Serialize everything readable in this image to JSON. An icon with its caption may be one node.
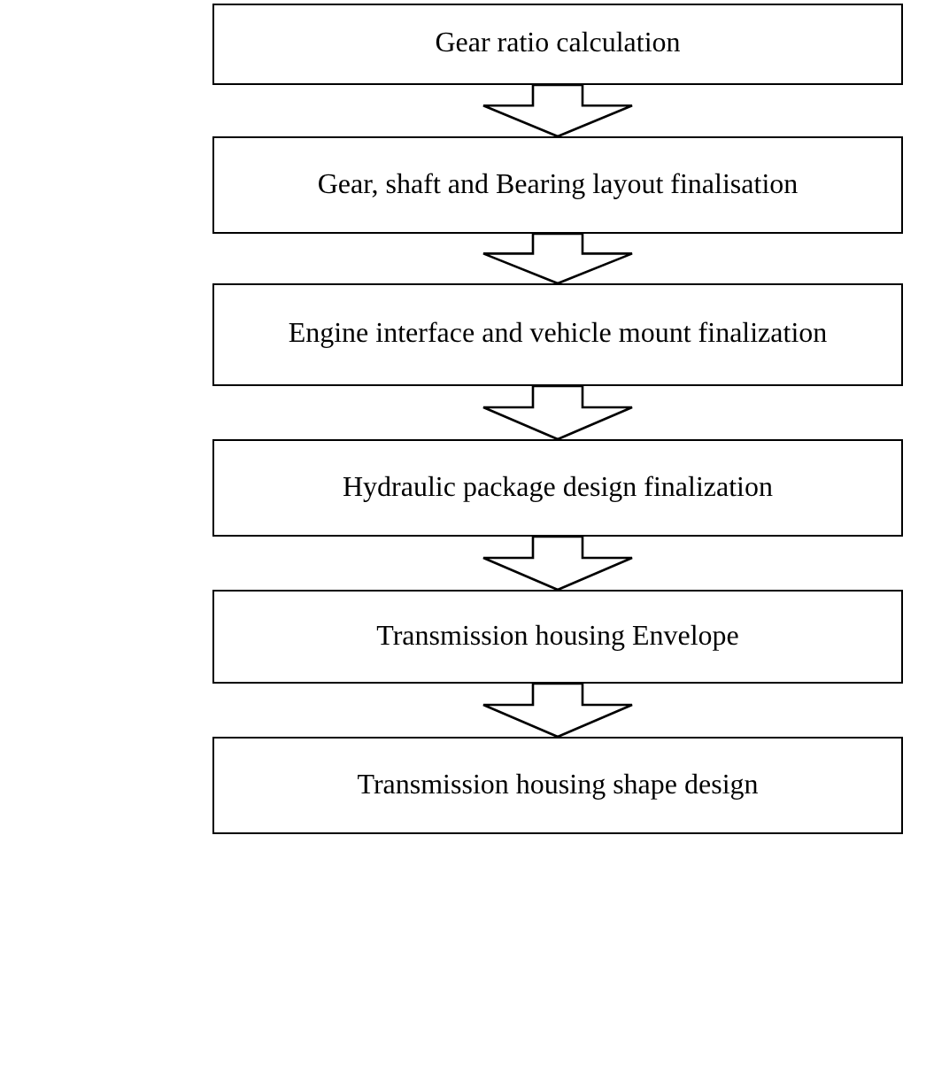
{
  "diagram": {
    "nodes": [
      {
        "text": [
          "Gear ratio calculation"
        ]
      },
      {
        "text": [
          "Gear, shaft and Bearing layout finalisation"
        ]
      },
      {
        "text": [
          "Engine interface and vehicle mount finalization"
        ]
      },
      {
        "text": [
          "Hydraulic package design finalization"
        ]
      },
      {
        "text": [
          "Transmission housing Envelope"
        ]
      },
      {
        "text": [
          "Transmission housing shape design"
        ]
      }
    ],
    "edges": [
      {
        "from": 0,
        "to": 1,
        "arrow": "to"
      },
      {
        "from": 1,
        "to": 2,
        "arrow": "to"
      },
      {
        "from": 2,
        "to": 3,
        "arrow": "to"
      },
      {
        "from": 3,
        "to": 4,
        "arrow": "to"
      },
      {
        "from": 4,
        "to": 5,
        "arrow": "to"
      }
    ]
  }
}
